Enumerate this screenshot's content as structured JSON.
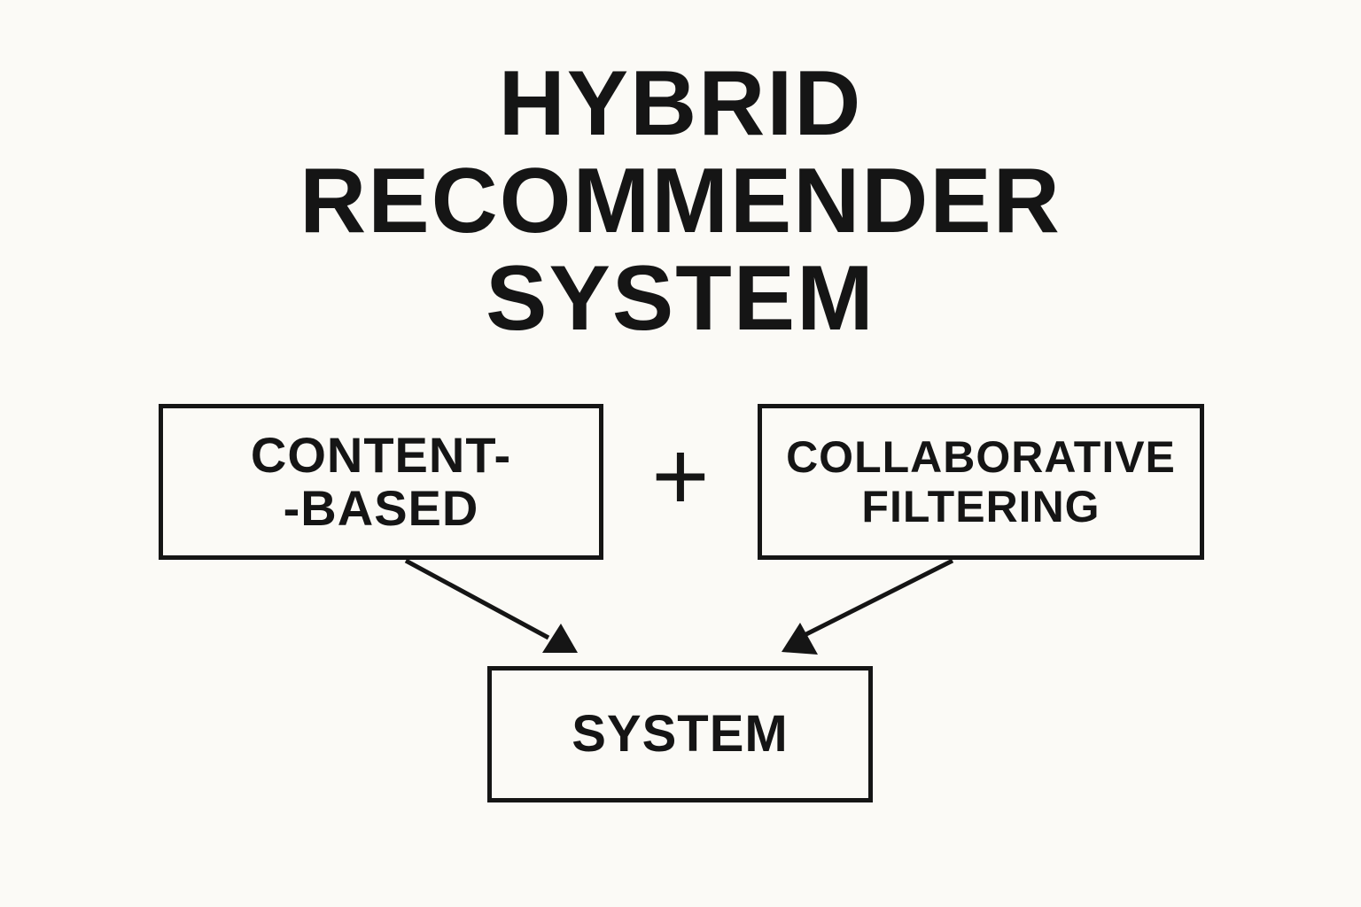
{
  "title": {
    "line1": "HYBRID",
    "line2": "RECOMMENDER",
    "line3": "SYSTEM"
  },
  "boxes": {
    "content_based": {
      "line1": "CONTENT-",
      "line2": "-BASED"
    },
    "collaborative": {
      "line1": "COLLABORATIVE",
      "line2": "FILTERING"
    },
    "system": {
      "label": "SYSTEM"
    }
  },
  "operator": "+",
  "colors": {
    "background": "#fbfaf6",
    "ink": "#151515"
  }
}
